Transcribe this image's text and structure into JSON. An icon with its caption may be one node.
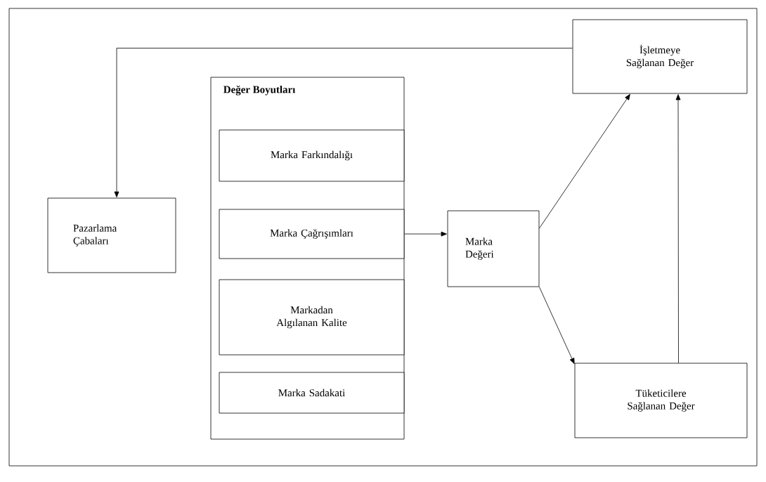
{
  "diagram": {
    "nodes": [
      {
        "text": [
          "İşletmeye Sağlanan Değer"
        ]
      },
      {
        "text": [
          "Pazarlama Çabaları"
        ]
      },
      {
        "text": [
          "Değer Boyutları"
        ]
      },
      {
        "text": [
          "Marka Farkındalığı"
        ],
        "in": 2
      },
      {
        "text": [
          "Marka Çağrışımları"
        ],
        "in": 2
      },
      {
        "text": [
          "Markadan Algılanan Kalite"
        ],
        "in": 2
      },
      {
        "text": [
          "Marka Sadakati"
        ],
        "in": 2
      },
      {
        "text": [
          "Marka Değeri"
        ]
      },
      {
        "text": [
          "Tüketicilere Sağlanan Değer"
        ]
      }
    ],
    "edges": [
      {
        "from": 0,
        "to": 1,
        "arrow": "to"
      },
      {
        "from": 4,
        "to": 7,
        "arrow": "to"
      },
      {
        "from": 7,
        "to": 0,
        "arrow": "to"
      },
      {
        "from": 7,
        "to": 8,
        "arrow": "to"
      },
      {
        "from": 8,
        "to": 0,
        "arrow": "to"
      }
    ]
  }
}
